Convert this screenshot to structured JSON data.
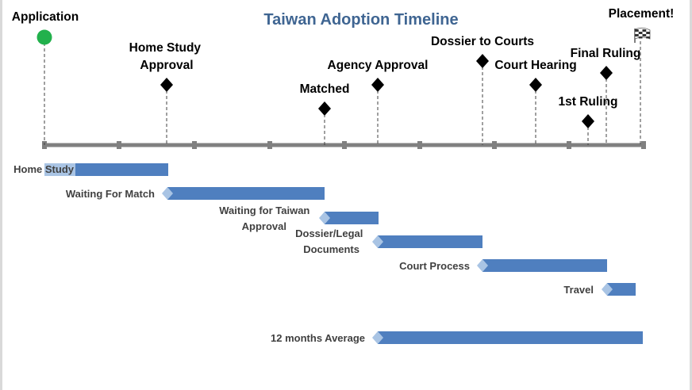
{
  "title": "Taiwan Adoption Timeline",
  "colors": {
    "title": "#3f6592",
    "axis": "#808080",
    "bar": "#4f7fbf",
    "bar_light": "#a9c4e4",
    "diamond": "#000000",
    "start_dot": "#22b14c",
    "tick_line": "#404040"
  },
  "milestones": [
    {
      "name": "application",
      "label_lines": [
        "Application"
      ],
      "marker": "circle"
    },
    {
      "name": "home-study-approval",
      "label_lines": [
        "Home Study",
        "Approval"
      ],
      "marker": "diamond"
    },
    {
      "name": "matched",
      "label_lines": [
        "Matched"
      ],
      "marker": "diamond"
    },
    {
      "name": "agency-approval",
      "label_lines": [
        "Agency Approval"
      ],
      "marker": "diamond"
    },
    {
      "name": "dossier-to-courts",
      "label_lines": [
        "Dossier to Courts"
      ],
      "marker": "diamond"
    },
    {
      "name": "court-hearing",
      "label_lines": [
        "Court Hearing"
      ],
      "marker": "diamond"
    },
    {
      "name": "1st-ruling",
      "label_lines": [
        "1st Ruling"
      ],
      "marker": "diamond"
    },
    {
      "name": "final-ruling",
      "label_lines": [
        "Final Ruling"
      ],
      "marker": "diamond"
    },
    {
      "name": "placement",
      "label_lines": [
        "Placement!"
      ],
      "marker": "flag-icon"
    }
  ],
  "tasks": [
    {
      "name": "home-study",
      "label_lines": [
        "Home Study"
      ]
    },
    {
      "name": "waiting-for-match",
      "label_lines": [
        "Waiting For Match"
      ]
    },
    {
      "name": "waiting-for-taiwan-approval",
      "label_lines": [
        "Waiting for Taiwan",
        "Approval"
      ]
    },
    {
      "name": "dossier-legal-documents",
      "label_lines": [
        "Dossier/Legal",
        "Documents"
      ]
    },
    {
      "name": "court-process",
      "label_lines": [
        "Court Process"
      ]
    },
    {
      "name": "travel",
      "label_lines": [
        "Travel"
      ]
    },
    {
      "name": "12-months-average",
      "label_lines": [
        "12 months Average"
      ]
    }
  ]
}
